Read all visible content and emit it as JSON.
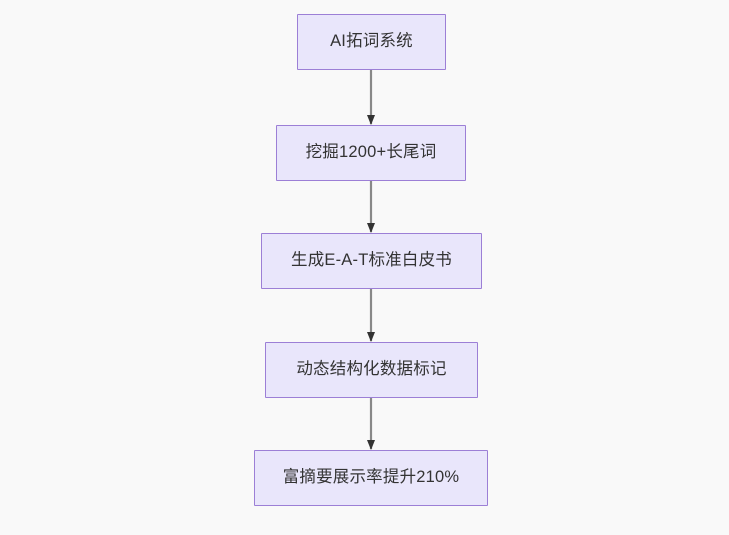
{
  "diagram": {
    "type": "flowchart",
    "direction": "top-to-bottom",
    "background_color": "#f9f9f9",
    "node_fill_color": "#e9e6fb",
    "node_border_color": "#9c7fd6",
    "node_text_color": "#333333",
    "edge_color": "#888888",
    "arrowhead_color": "#333333",
    "nodes": [
      {
        "id": "n1",
        "label": "AI拓词系统"
      },
      {
        "id": "n2",
        "label": "挖掘1200+长尾词"
      },
      {
        "id": "n3",
        "label": "生成E-A-T标准白皮书"
      },
      {
        "id": "n4",
        "label": "动态结构化数据标记"
      },
      {
        "id": "n5",
        "label": "富摘要展示率提升210%"
      }
    ],
    "edges": [
      {
        "from": "n1",
        "to": "n2",
        "label": ""
      },
      {
        "from": "n2",
        "to": "n3",
        "label": ""
      },
      {
        "from": "n3",
        "to": "n4",
        "label": ""
      },
      {
        "from": "n4",
        "to": "n5",
        "label": ""
      }
    ]
  }
}
